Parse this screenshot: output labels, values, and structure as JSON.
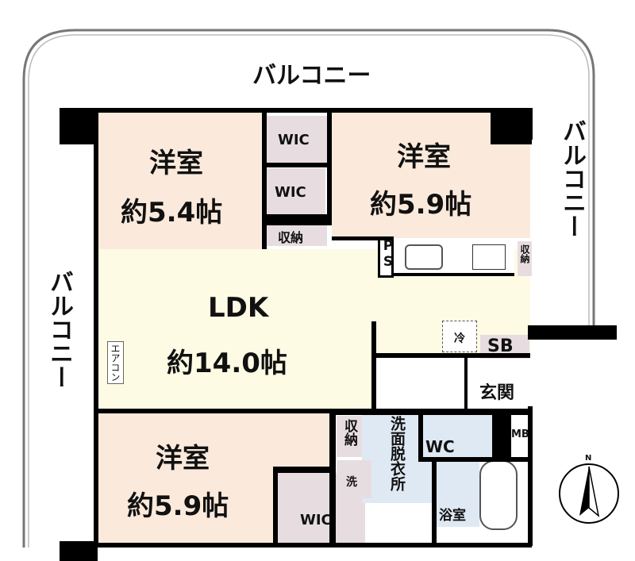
{
  "balcony": {
    "top": "バルコニー",
    "right": "バルコニー",
    "left": "バルコニー"
  },
  "rooms": {
    "bedroom_top_left": {
      "name": "洋室",
      "size": "約5.4帖"
    },
    "bedroom_top_right": {
      "name": "洋室",
      "size": "約5.9帖"
    },
    "ldk": {
      "name": "LDK",
      "size": "約14.0帖"
    },
    "bedroom_bottom": {
      "name": "洋室",
      "size": "約5.9帖"
    }
  },
  "labels": {
    "wic_1": "WIC",
    "wic_2": "WIC",
    "wic_3": "WIC",
    "storage_1": "収納",
    "storage_2": "収納",
    "storage_3": "収納",
    "ps": "PS",
    "fridge": "冷",
    "sb": "SB",
    "entrance": "玄関",
    "mb": "MB",
    "aircon": "エアコン",
    "washroom": "洗面脱衣所",
    "washer": "洗",
    "wc": "WC",
    "bath": "浴室",
    "north": "N"
  },
  "colors": {
    "bedroom": "#fbeadc",
    "ldk": "#fdfbe4",
    "storage": "#e7dde0",
    "wet": "#dfe9f3",
    "wall": "#000000"
  }
}
